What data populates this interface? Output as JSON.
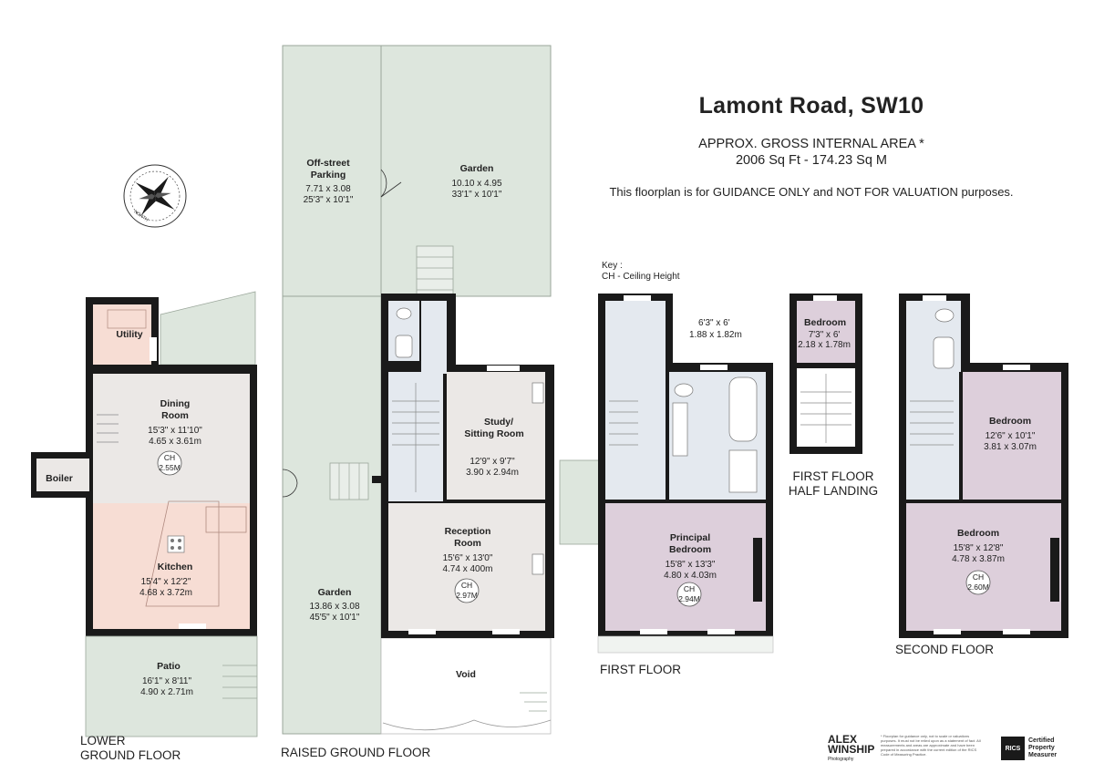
{
  "header": {
    "title": "Lamont Road, SW10",
    "area_line1": "APPROX. GROSS INTERNAL  AREA *",
    "area_line2": "2006 Sq Ft  -  174.23 Sq M",
    "disclaimer": "This floorplan is for GUIDANCE ONLY and NOT FOR VALUATION purposes."
  },
  "key": {
    "title": "Key :",
    "ch": "CH - Ceiling Height"
  },
  "floors": {
    "lower": {
      "line1": "LOWER",
      "line2": "GROUND FLOOR"
    },
    "raised": "RAISED GROUND FLOOR",
    "first": "FIRST FLOOR",
    "half_landing": {
      "line1": "FIRST FLOOR",
      "line2": "HALF LANDING"
    },
    "second": "SECOND FLOOR"
  },
  "rooms": {
    "utility": {
      "name": "Utility"
    },
    "boiler": {
      "name": "Boiler"
    },
    "dining": {
      "name1": "Dining",
      "name2": "Room",
      "imperial": "15'3\" x 11'10\"",
      "metric": "4.65 x 3.61m",
      "ch_label": "CH",
      "ch": "2.55M"
    },
    "kitchen": {
      "name": "Kitchen",
      "imperial": "15'4\" x 12'2\"",
      "metric": "4.68 x 3.72m"
    },
    "patio": {
      "name": "Patio",
      "imperial": "16'1\" x 8'11\"",
      "metric": "4.90 x 2.71m"
    },
    "parking": {
      "name1": "Off-street",
      "name2": "Parking",
      "metric": "7.71 x 3.08",
      "imperial": "25'3\" x 10'1\""
    },
    "garden_top": {
      "name": "Garden",
      "metric": "10.10 x 4.95",
      "imperial": "33'1\" x 10'1\""
    },
    "garden_raised": {
      "name": "Garden",
      "metric": "13.86 x 3.08",
      "imperial": "45'5\" x 10'1\""
    },
    "study": {
      "name1": "Study/",
      "name2": "Sitting Room",
      "imperial": "12'9\" x 9'7\"",
      "metric": "3.90 x 2.94m"
    },
    "reception": {
      "name1": "Reception",
      "name2": "Room",
      "imperial": "15'6\" x 13'0\"",
      "metric": "4.74 x 400m",
      "ch_label": "CH",
      "ch": "2.97M"
    },
    "void": {
      "name": "Void"
    },
    "first_landing": {
      "imperial": "6'3\" x 6'",
      "metric": "1.88 x 1.82m"
    },
    "principal": {
      "name1": "Principal",
      "name2": "Bedroom",
      "imperial": "15'8\" x 13'3\"",
      "metric": "4.80 x 4.03m",
      "ch_label": "CH",
      "ch": "2.94M"
    },
    "half_bedroom": {
      "name": "Bedroom",
      "imperial": "7'3\" x 6'",
      "metric": "2.18 x 1.78m"
    },
    "second_bedroom_rear": {
      "name": "Bedroom",
      "imperial": "12'6\" x 10'1\"",
      "metric": "3.81 x 3.07m"
    },
    "second_bedroom_front": {
      "name": "Bedroom",
      "imperial": "15'8\" x 12'8\"",
      "metric": "4.78 x 3.87m",
      "ch_label": "CH",
      "ch": "2.60M"
    }
  },
  "compass": {
    "label": "NORTH"
  },
  "footer": {
    "logo_line1": "ALEX",
    "logo_line2": "WINSHIP",
    "logo_sub": "Photography",
    "note": "* Floorplan for guidance only, not to scale or valuations purposes. It must not be relied upon as a statement of fact. All measurements and areas are approximate and have been prepared in accordance with the current edition of the RICS Code of Measuring Practice.",
    "cert_box": "RICS",
    "cert_line1": "Certified",
    "cert_line2": "Property",
    "cert_line3": "Measurer"
  },
  "colors": {
    "garden": "#dde6dd",
    "wet": "#e4e9ef",
    "room": "#ebe8e6",
    "kitchen": "#f7ddd4",
    "bedroom": "#ddcfdb",
    "wall": "#1a1a1a"
  }
}
